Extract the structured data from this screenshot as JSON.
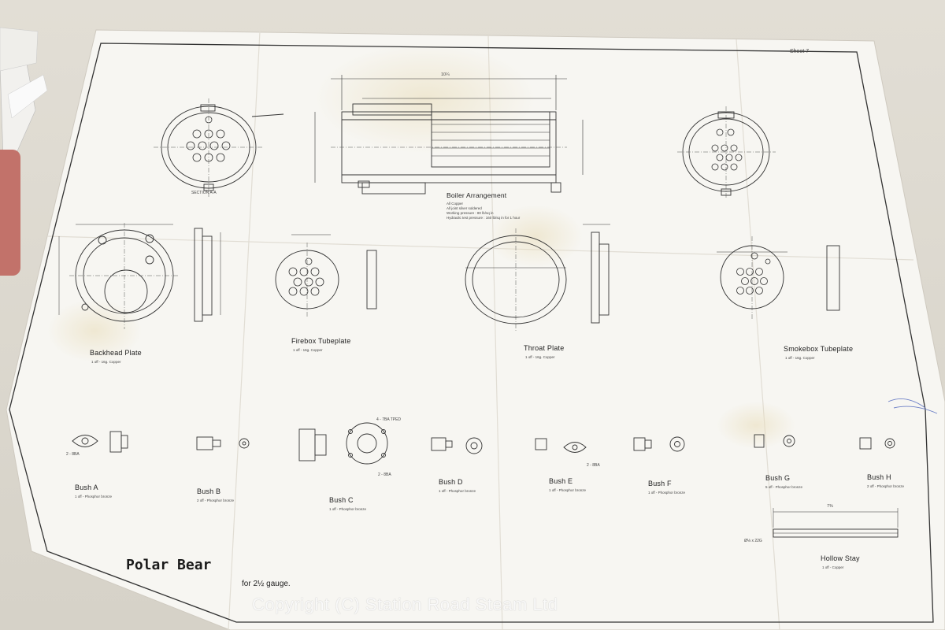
{
  "sheet": {
    "number": "Sheet 7"
  },
  "title": {
    "name": "Polar Bear",
    "gauge": "for 2½ gauge."
  },
  "boiler": {
    "label": "Boiler Arrangement",
    "notes": [
      "All Copper",
      "All joint silver soldered",
      "Working pressure : 80 lb/sq in",
      "Hydraulic test pressure : 160 lb/sq in for 1 hour"
    ],
    "section_label": "SECTION A-A"
  },
  "parts": {
    "backhead": {
      "label": "Backhead  Plate",
      "spec": "1 off - 16g. Copper"
    },
    "firebox": {
      "label": "Firebox Tubeplate",
      "spec": "1 off - 16g. Copper"
    },
    "throat": {
      "label": "Throat  Plate",
      "spec": "1 off - 16g. Copper"
    },
    "smokebox": {
      "label": "Smokebox Tubeplate",
      "spec": "1 off - 16g. Copper"
    },
    "bush_a": {
      "label": "Bush A",
      "spec": "1 off - Phosphor bronze"
    },
    "bush_b": {
      "label": "Bush B",
      "spec": "2 off - Phosphor bronze"
    },
    "bush_c": {
      "label": "Bush C",
      "spec": "1 off - Phosphor bronze"
    },
    "bush_d": {
      "label": "Bush D",
      "spec": "1 off - Phosphor bronze"
    },
    "bush_e": {
      "label": "Bush E",
      "spec": "1 off - Phosphor bronze"
    },
    "bush_f": {
      "label": "Bush F",
      "spec": "1 off - Phosphor bronze"
    },
    "bush_g": {
      "label": "Bush G",
      "spec": "5 off - Phosphor bronze"
    },
    "bush_h": {
      "label": "Bush H",
      "spec": "2 off - Phosphor bronze"
    },
    "hollow_stay": {
      "label": "Hollow Stay",
      "spec": "1 off - Copper"
    }
  },
  "dimensions": {
    "tapped": "2 - 8BA",
    "tapped_c": "2 - 8BA",
    "tapped_e": "2 - 8BA",
    "tpi": "4 - 7BA TPED",
    "stay_len": "7⅜",
    "stay_thread": "Ø⅛ x 22G",
    "boiler_len": "10¼"
  },
  "watermark": "Copyright (C) Station Road Steam Ltd"
}
